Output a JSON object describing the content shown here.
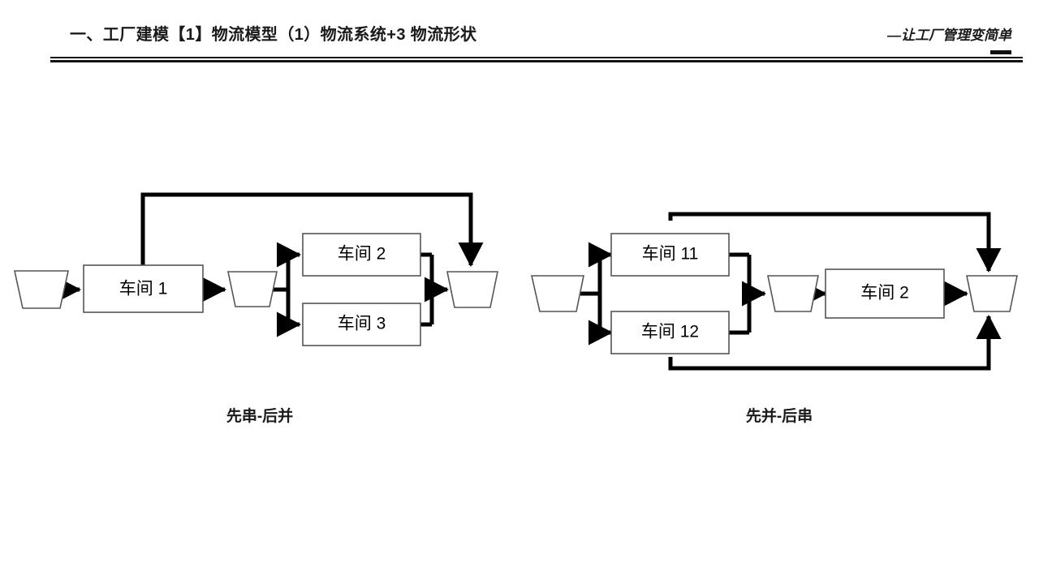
{
  "header": {
    "title": "一、工厂建模【1】物流模型（1）物流系统+3 物流形状",
    "slogan": "—让工厂管理变简单",
    "rule_name": "header-divider"
  },
  "diagrams": [
    {
      "id": "left",
      "caption": "先串-后并",
      "nodes": [
        {
          "key": "buffer_in",
          "type": "trapezoid",
          "label": ""
        },
        {
          "key": "station_1",
          "type": "box",
          "label": "车间 1"
        },
        {
          "key": "buffer_mid",
          "type": "trapezoid",
          "label": ""
        },
        {
          "key": "station_2",
          "type": "box",
          "label": "车间 2"
        },
        {
          "key": "station_3",
          "type": "box",
          "label": "车间 3"
        },
        {
          "key": "buffer_out",
          "type": "trapezoid",
          "label": ""
        }
      ],
      "edges": [
        {
          "from": "buffer_in",
          "to": "station_1"
        },
        {
          "from": "station_1",
          "to": "buffer_mid"
        },
        {
          "from": "buffer_mid",
          "to": "station_2"
        },
        {
          "from": "buffer_mid",
          "to": "station_3"
        },
        {
          "from": "station_2",
          "to": "buffer_out"
        },
        {
          "from": "station_3",
          "to": "buffer_out"
        },
        {
          "from": "station_1",
          "to": "buffer_out",
          "style": "bypass-top"
        }
      ]
    },
    {
      "id": "right",
      "caption": "先并-后串",
      "nodes": [
        {
          "key": "buffer_in",
          "type": "trapezoid",
          "label": ""
        },
        {
          "key": "station_11",
          "type": "box",
          "label": "车间 11"
        },
        {
          "key": "station_12",
          "type": "box",
          "label": "车间 12"
        },
        {
          "key": "buffer_mid",
          "type": "trapezoid",
          "label": ""
        },
        {
          "key": "station_2",
          "type": "box",
          "label": "车间 2"
        },
        {
          "key": "buffer_out",
          "type": "trapezoid",
          "label": ""
        }
      ],
      "edges": [
        {
          "from": "buffer_in",
          "to": "station_11"
        },
        {
          "from": "buffer_in",
          "to": "station_12"
        },
        {
          "from": "station_11",
          "to": "buffer_mid"
        },
        {
          "from": "station_12",
          "to": "buffer_mid"
        },
        {
          "from": "buffer_mid",
          "to": "station_2"
        },
        {
          "from": "station_2",
          "to": "buffer_out"
        },
        {
          "from": "station_11",
          "to": "buffer_out",
          "style": "bypass-top"
        },
        {
          "from": "station_12",
          "to": "buffer_out",
          "style": "bypass-bottom"
        }
      ]
    }
  ],
  "colors": {
    "line": "#000000",
    "shape_stroke": "#555555",
    "shape_fill": "#ffffff",
    "text": "#1a1a1a",
    "background": "#ffffff"
  }
}
